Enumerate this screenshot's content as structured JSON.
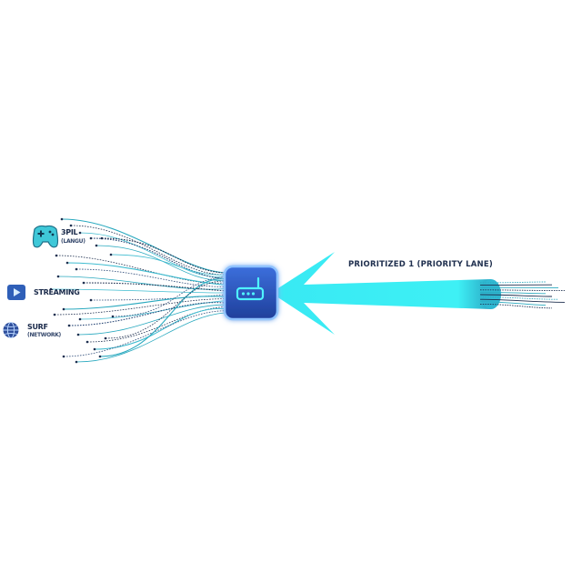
{
  "sources": [
    {
      "id": "gaming",
      "icon": "gamepad-icon",
      "label": "3PIL",
      "sublabel": "(LANGU)"
    },
    {
      "id": "streaming",
      "icon": "play-icon",
      "label": "STREAMING",
      "sublabel": ""
    },
    {
      "id": "surf",
      "icon": "globe-icon",
      "label": "SURF",
      "sublabel": "(NETWORK)"
    }
  ],
  "router": {
    "icon": "router-icon"
  },
  "banner": {
    "text": "PRIORITIZED 1 (PRIORITY LANE)"
  },
  "colors": {
    "accent": "#36e6f0",
    "router_fill": "#2f58c4",
    "router_border": "#7fb6ff",
    "ink": "#1f2d4d"
  }
}
